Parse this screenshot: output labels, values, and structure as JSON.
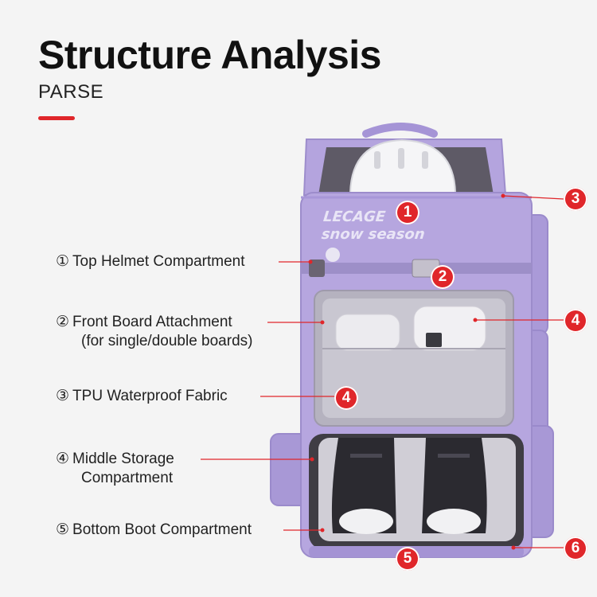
{
  "header": {
    "title": "Structure Analysis",
    "subtitle": "PARSE"
  },
  "colors": {
    "accent": "#e0262a",
    "bag": "#b6a6df",
    "bag_dark": "#9c8ccb",
    "panel": "#c9c7d1",
    "background": "#f4f4f4"
  },
  "features": [
    {
      "num": "①",
      "label": "Top Helmet Compartment",
      "line2": ""
    },
    {
      "num": "②",
      "label": "Front Board Attachment",
      "line2": "(for single/double boards)"
    },
    {
      "num": "③",
      "label": "TPU Waterproof Fabric",
      "line2": ""
    },
    {
      "num": "④",
      "label": "Middle Storage",
      "line2": "Compartment"
    },
    {
      "num": "⑤",
      "label": "Bottom Boot Compartment",
      "line2": ""
    }
  ],
  "brand": {
    "name": "LECAGE",
    "tagline": "snow season"
  },
  "badges": [
    "1",
    "2",
    "3",
    "4",
    "4",
    "5",
    "6"
  ]
}
